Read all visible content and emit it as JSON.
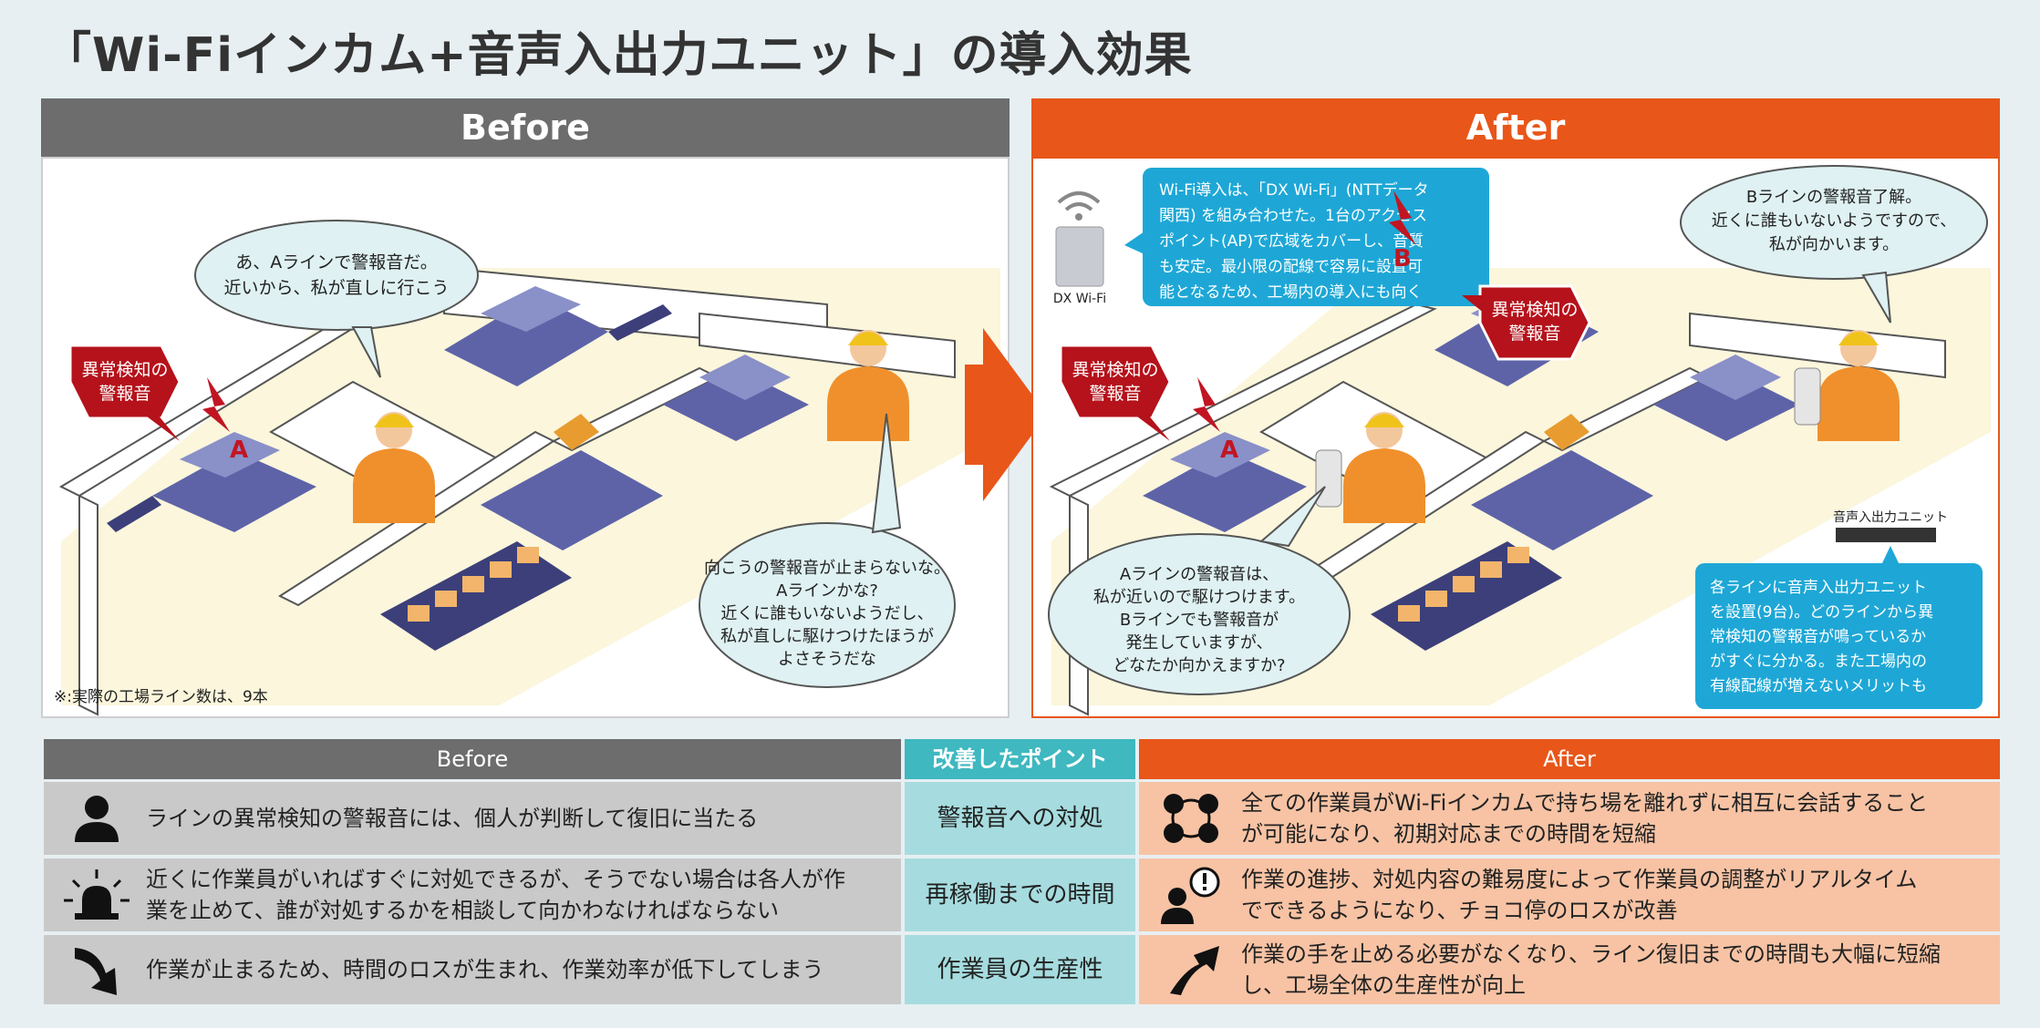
{
  "title": "「Wi-Fiインカム+音声入出力ユニット」の導入効果",
  "before_panel": {
    "header": "Before",
    "alarm_label": [
      "異常検知の",
      "警報音"
    ],
    "line_a": "A",
    "bubble_worker1": [
      "あ、Aラインで警報音だ。",
      "近いから、私が直しに行こう"
    ],
    "bubble_worker2": [
      "向こうの警報音が止まらないな。",
      "Aラインかな?",
      "近くに誰もいないようだし、",
      "私が直しに駆けつけたほうが",
      "よさそうだな"
    ],
    "footnote": "※:実際の工場ライン数は、9本"
  },
  "after_panel": {
    "header": "After",
    "dxwifi_label": "DX Wi-Fi",
    "info_box": [
      "Wi-Fi導入は、「DX Wi-Fi」(NTTデータ",
      "関西) を組み合わせた。1台のアクセス",
      "ポイント(AP)で広域をカバーし、音質",
      "も安定。最小限の配線で容易に設置可",
      "能となるため、工場内の導入にも向く"
    ],
    "alarm_label_a": [
      "異常検知の",
      "警報音"
    ],
    "alarm_label_b": [
      "異常検知の",
      "警報音"
    ],
    "line_a": "A",
    "line_b": "B",
    "bubble_b": [
      "Bラインの警報音了解。",
      "近くに誰もいないようですので、",
      "私が向かいます。"
    ],
    "bubble_a": [
      "Aラインの警報音は、",
      "私が近いので駆けつけます。",
      "Bラインでも警報音が",
      "発生していますが、",
      "どなたか向かえますか?"
    ],
    "unit_label": "音声入出力ユニット",
    "unit_box": [
      "各ラインに音声入出力ユニット",
      "を設置(9台)。どのラインから異",
      "常検知の警報音が鳴っているか",
      "がすぐに分かる。また工場内の",
      "有線配線が増えないメリットも"
    ]
  },
  "arrow_color": "#e8561a",
  "table": {
    "header_before": "Before",
    "header_point": "改善したポイント",
    "header_after": "After",
    "rows": [
      {
        "before_icon": "person-icon",
        "before": [
          "ラインの異常検知の警報音には、個人が判断して復旧に当たる"
        ],
        "point": "警報音への対処",
        "after_icon": "team-network-icon",
        "after": [
          "全ての作業員がWi-Fiインカムで持ち場を離れずに相互に会話すること",
          "が可能になり、初期対応までの時間を短縮"
        ]
      },
      {
        "before_icon": "siren-icon",
        "before": [
          "近くに作業員がいればすぐに対処できるが、そうでない場合は各人が作",
          "業を止めて、誰が対処するかを相談して向かわなければならない"
        ],
        "point": "再稼働までの時間",
        "after_icon": "person-alert-icon",
        "after": [
          "作業の進捗、対処内容の難易度によって作業員の調整がリアルタイム",
          "でできるようになり、チョコ停のロスが改善"
        ]
      },
      {
        "before_icon": "arrow-down-icon",
        "before": [
          "作業が止まるため、時間のロスが生まれ、作業効率が低下してしまう"
        ],
        "point": "作業員の生産性",
        "after_icon": "arrow-up-icon",
        "after": [
          "作業の手を止める必要がなくなり、ライン復旧までの時間も大幅に短縮",
          "し、工場全体の生産性が向上"
        ]
      }
    ]
  },
  "colors": {
    "before_gray": "#6d6d6d",
    "after_orange": "#e8561a",
    "point_teal": "#3fb8c0",
    "info_blue": "#1ea7d6",
    "alarm_red": "#b5121b"
  }
}
